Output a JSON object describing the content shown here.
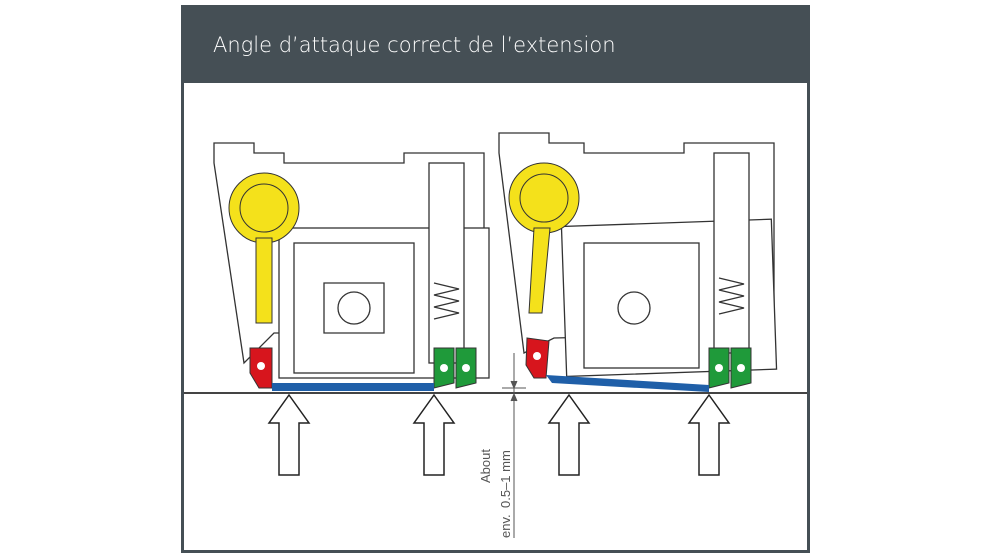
{
  "header": {
    "title": "Angle d’attaque correct de l’extension"
  },
  "diagram": {
    "dimension_label_en": "About",
    "dimension_label_fr": "env.",
    "dimension_value": "0.5–1 mm",
    "colors": {
      "header": "#454f55",
      "lever": "#f4e11b",
      "red_block": "#d7151d",
      "green_block": "#1f9a3a",
      "blade": "#1f5fa8"
    }
  }
}
